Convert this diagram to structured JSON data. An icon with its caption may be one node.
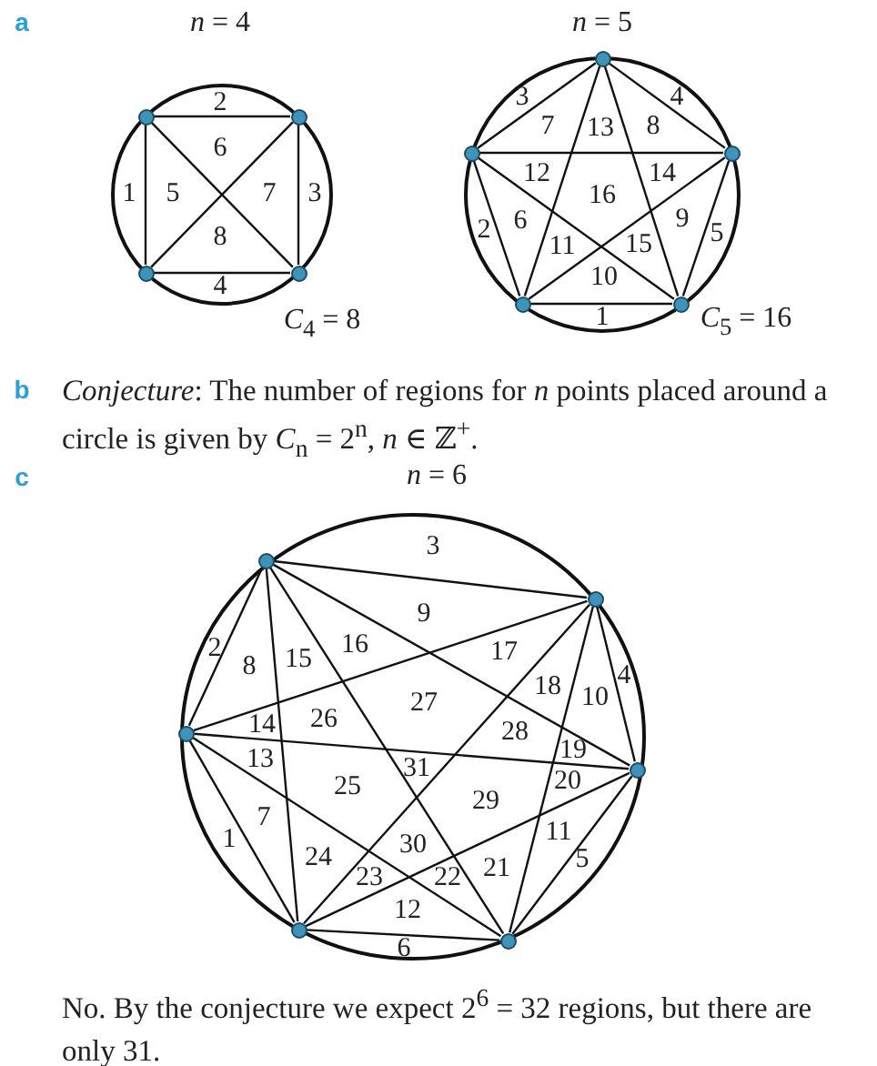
{
  "diagram": {
    "nodes": [
      {
        "text": [],
        "shape": "circle"
      },
      {
        "text": [],
        "shape": "circle"
      },
      {
        "text": [],
        "shape": "circle"
      },
      {
        "text": [],
        "shape": "circle"
      },
      {
        "text": [],
        "shape": "circle"
      },
      {
        "text": [],
        "shape": "circle"
      },
      {
        "text": [],
        "shape": "circle"
      },
      {
        "text": [],
        "shape": "circle"
      },
      {
        "text": [],
        "shape": "circle"
      },
      {
        "text": [],
        "shape": "circle"
      },
      {
        "text": [],
        "shape": "circle"
      },
      {
        "text": [],
        "shape": "circle"
      },
      {
        "text": [],
        "shape": "circle"
      },
      {
        "text": [],
        "shape": "circle"
      },
      {
        "text": [],
        "shape": "circle"
      }
    ],
    "edges": [
      {
        "from": 0,
        "to": 1,
        "arrow": "none"
      },
      {
        "from": 0,
        "to": 2,
        "arrow": "none"
      },
      {
        "from": 0,
        "to": 3,
        "arrow": "none"
      },
      {
        "from": 1,
        "to": 2,
        "arrow": "none"
      },
      {
        "from": 1,
        "to": 3,
        "arrow": "none"
      },
      {
        "from": 2,
        "to": 3,
        "arrow": "none"
      },
      {
        "from": 4,
        "to": 5,
        "arrow": "none"
      },
      {
        "from": 4,
        "to": 6,
        "arrow": "none"
      },
      {
        "from": 4,
        "to": 7,
        "arrow": "none"
      },
      {
        "from": 4,
        "to": 8,
        "arrow": "none"
      },
      {
        "from": 5,
        "to": 6,
        "arrow": "none"
      },
      {
        "from": 5,
        "to": 7,
        "arrow": "none"
      },
      {
        "from": 5,
        "to": 8,
        "arrow": "none"
      },
      {
        "from": 6,
        "to": 7,
        "arrow": "none"
      },
      {
        "from": 6,
        "to": 8,
        "arrow": "none"
      },
      {
        "from": 7,
        "to": 8,
        "arrow": "none"
      },
      {
        "from": 9,
        "to": 10,
        "arrow": "none"
      },
      {
        "from": 9,
        "to": 11,
        "arrow": "none"
      },
      {
        "from": 9,
        "to": 12,
        "arrow": "none"
      },
      {
        "from": 9,
        "to": 13,
        "arrow": "none"
      },
      {
        "from": 9,
        "to": 14,
        "arrow": "none"
      },
      {
        "from": 10,
        "to": 11,
        "arrow": "none"
      },
      {
        "from": 10,
        "to": 12,
        "arrow": "none"
      },
      {
        "from": 10,
        "to": 13,
        "arrow": "none"
      },
      {
        "from": 10,
        "to": 14,
        "arrow": "none"
      },
      {
        "from": 11,
        "to": 12,
        "arrow": "none"
      },
      {
        "from": 11,
        "to": 13,
        "arrow": "none"
      },
      {
        "from": 11,
        "to": 14,
        "arrow": "none"
      },
      {
        "from": 12,
        "to": 13,
        "arrow": "none"
      },
      {
        "from": 12,
        "to": 14,
        "arrow": "none"
      },
      {
        "from": 13,
        "to": 14,
        "arrow": "none"
      }
    ],
    "labels": [
      "a",
      "*n* = 4",
      "*n* = 5",
      "2",
      "6",
      "1",
      "5",
      "7",
      "3",
      "8",
      "4",
      "*C*$_{4}$ = 8",
      "3",
      "4",
      "7",
      "13",
      "8",
      "12",
      "14",
      "16",
      "6",
      "9",
      "2",
      "5",
      "11",
      "15",
      "10",
      "1",
      "*C*$_{5}$ = 16",
      "b",
      "*Conjecture*:  The number of regions for *n* points placed around a circle is given by *C*$_{n}$ = 2$^{n}$,  *n* ∈ ℤ$^{+}$.",
      "c",
      "*n* = 6",
      "3",
      "9",
      "2",
      "8",
      "15",
      "16",
      "17",
      "18",
      "10",
      "4",
      "27",
      "14",
      "26",
      "28",
      "19",
      "13",
      "31",
      "25",
      "20",
      "29",
      "7",
      "1",
      "30",
      "11",
      "24",
      "23",
      "22",
      "21",
      "5",
      "12",
      "6",
      "No. By the conjecture we expect 2$^{6}$ = 32 regions, but there are only 31."
    ]
  }
}
